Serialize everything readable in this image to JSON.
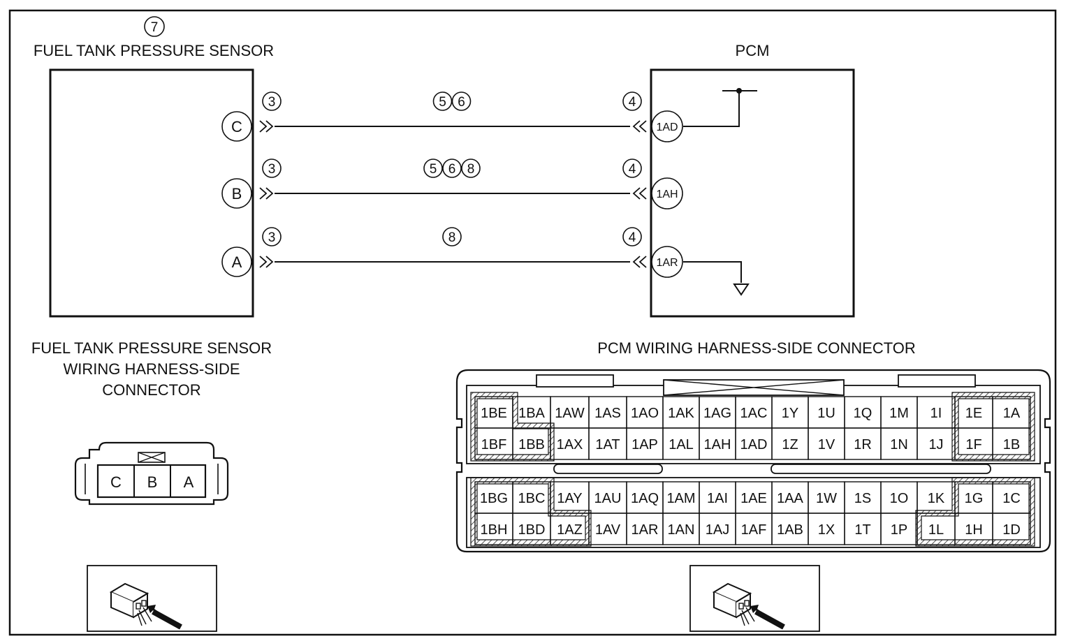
{
  "sensor": {
    "ref": "7",
    "title": "FUEL TANK PRESSURE SENSOR",
    "terminals": [
      "C",
      "B",
      "A"
    ]
  },
  "pcm": {
    "title": "PCM",
    "terminals": [
      "1AD",
      "1AH",
      "1AR"
    ]
  },
  "wires": [
    {
      "from": "C",
      "to": "1AD",
      "left_ref": "3",
      "right_ref": "4",
      "mid_refs": [
        "5",
        "6"
      ]
    },
    {
      "from": "B",
      "to": "1AH",
      "left_ref": "3",
      "right_ref": "4",
      "mid_refs": [
        "5",
        "6",
        "8"
      ]
    },
    {
      "from": "A",
      "to": "1AR",
      "left_ref": "3",
      "right_ref": "4",
      "mid_refs": [
        "8"
      ]
    }
  ],
  "sensor_connector": {
    "title_lines": [
      "FUEL TANK PRESSURE SENSOR",
      "WIRING HARNESS-SIDE",
      "CONNECTOR"
    ],
    "pins": [
      "C",
      "B",
      "A"
    ]
  },
  "pcm_connector": {
    "title": "PCM WIRING HARNESS-SIDE CONNECTOR",
    "top_rows": [
      [
        "1BE",
        "1BA",
        "1AW",
        "1AS",
        "1AO",
        "1AK",
        "1AG",
        "1AC",
        "1Y",
        "1U",
        "1Q",
        "1M",
        "1I",
        "1E",
        "1A"
      ],
      [
        "1BF",
        "1BB",
        "1AX",
        "1AT",
        "1AP",
        "1AL",
        "1AH",
        "1AD",
        "1Z",
        "1V",
        "1R",
        "1N",
        "1J",
        "1F",
        "1B"
      ]
    ],
    "bottom_rows": [
      [
        "1BG",
        "1BC",
        "1AY",
        "1AU",
        "1AQ",
        "1AM",
        "1AI",
        "1AE",
        "1AA",
        "1W",
        "1S",
        "1O",
        "1K",
        "1G",
        "1C"
      ],
      [
        "1BH",
        "1BD",
        "1AZ",
        "1AV",
        "1AR",
        "1AN",
        "1AJ",
        "1AF",
        "1AB",
        "1X",
        "1T",
        "1P",
        "1L",
        "1H",
        "1D"
      ]
    ]
  },
  "icons": [
    "connector-view-icon",
    "connector-view-icon"
  ]
}
